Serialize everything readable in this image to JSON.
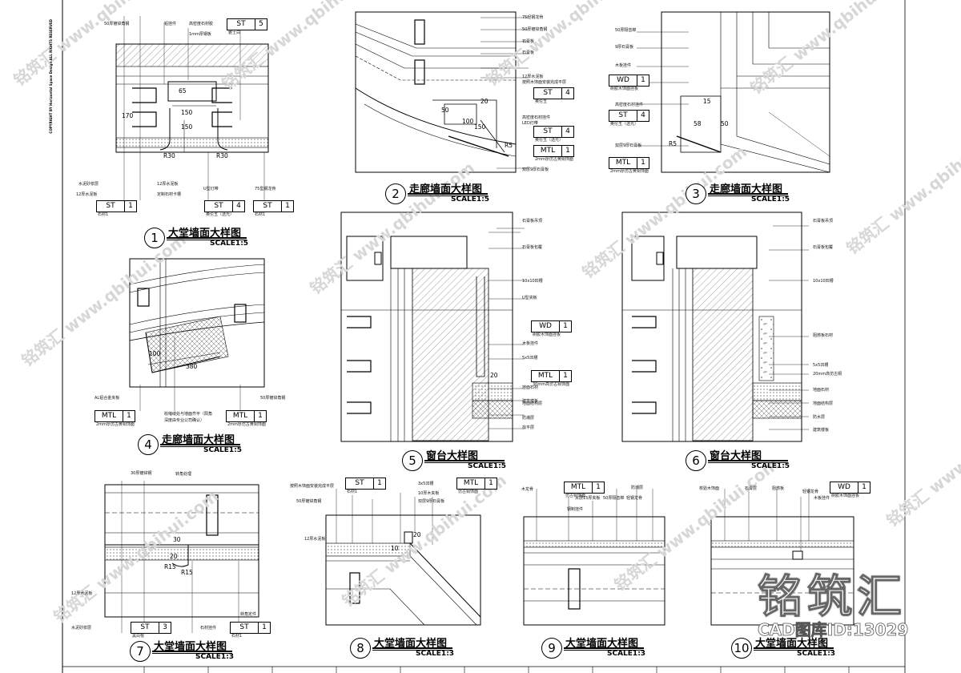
{
  "copyright": "COPYRIGHT BY Horizontal Space Design ALL RIGHTS RESERVED",
  "brand": "铭筑汇",
  "cad_id": "CAD图库ID:13029",
  "watermark_text": "铭筑汇 www.qbihui.com",
  "details": [
    {
      "id": "d1",
      "number": "1",
      "title": "大堂墙面大样图",
      "scale": "SCALE1:5",
      "tags": [
        {
          "code": "ST",
          "num": "5",
          "sub": "雅士白"
        },
        {
          "code": "ST",
          "num": "1",
          "sub": "石材1"
        },
        {
          "code": "ST",
          "num": "4",
          "sub": "奥伦玉（透光）"
        },
        {
          "code": "ST",
          "num": "1",
          "sub": "石材1"
        }
      ],
      "notes": [
        "50厚镀锌角钢",
        "铝挂件",
        "高密度石材胶",
        "1mm厚钢板",
        "12厚水泥板",
        "水泥砂浆层",
        "12厚水泥板",
        "定制石材卡槽",
        "U型灯带",
        "75型钢龙骨"
      ],
      "dims": [
        "65",
        "170",
        "150",
        "150",
        "R30",
        "R30"
      ]
    },
    {
      "id": "d2",
      "number": "2",
      "title": "走廊墙面大样图",
      "scale": "SCALE1:5",
      "tags": [
        {
          "code": "ST",
          "num": "4",
          "sub": "奥伦玉"
        },
        {
          "code": "ST",
          "num": "4",
          "sub": "奥伦玉（透光）"
        },
        {
          "code": "MTL",
          "num": "1",
          "sub": "2mm厚仿古黄铜饰面"
        }
      ],
      "notes": [
        "75轻钢龙骨",
        "50厚镀锌角钢",
        "石膏板",
        "石膏板",
        "12厚水泥板",
        "按照木饰面安装完成平层",
        "高密度石材挂件",
        "LED灯带",
        "双层9厚石膏板"
      ],
      "dims": [
        "20",
        "50",
        "100",
        "150",
        "R5"
      ]
    },
    {
      "id": "d3",
      "number": "3",
      "title": "走廊墙面大样图",
      "scale": "SCALE1:5",
      "tags": [
        {
          "code": "WD",
          "num": "1",
          "sub": "树胶木饰面挂板"
        },
        {
          "code": "ST",
          "num": "4",
          "sub": "奥伦玉（透光）"
        },
        {
          "code": "MTL",
          "num": "1",
          "sub": "2mm厚仿古黄铜饰面"
        }
      ],
      "notes": [
        "50厚隔音棉",
        "9厚石膏板",
        "木板挂件",
        "高密度石材挂件",
        "双层9厚石膏板"
      ],
      "dims": [
        "15",
        "50",
        "58",
        "R5"
      ]
    },
    {
      "id": "d4",
      "number": "4",
      "title": "走廊墙面大样图",
      "scale": "SCALE1:5",
      "tags": [
        {
          "code": "MTL",
          "num": "1",
          "sub": "2mm厚仿古黄铜饰面"
        },
        {
          "code": "MTL",
          "num": "1",
          "sub": "2mm厚仿古黄铜饰面"
        }
      ],
      "notes": [
        "AL铝合金夹板",
        "收缩缝处与墙面齐平（阳角",
        "深度由专业公司确认）",
        "50厚镀锌角钢"
      ],
      "dims": [
        "100",
        "380"
      ]
    },
    {
      "id": "d5",
      "number": "5",
      "title": "窗台大样图",
      "scale": "SCALE1:5",
      "tags": [
        {
          "code": "WD",
          "num": "1",
          "sub": "树胶木饰面挂板"
        },
        {
          "code": "MTL",
          "num": "1",
          "sub": "30mm高仿古铜饰面"
        }
      ],
      "notes": [
        "石膏板吊顶",
        "石膏板包覆",
        "10x10凹槽",
        "U型夹板",
        "木板挂件",
        "5x5凹槽",
        "地面石材",
        "防潮层",
        "找平层",
        "建筑楼板",
        "地面结构层"
      ],
      "dims": [
        "20"
      ]
    },
    {
      "id": "d6",
      "number": "6",
      "title": "窗台大样图",
      "scale": "SCALE1:5",
      "tags": [],
      "notes": [
        "石膏板吊顶",
        "石膏板包覆",
        "10x10凹槽",
        "阻燃板石材",
        "5x5凹槽",
        "20mm高仿古铜",
        "地面石材",
        "地面结构层",
        "防水层",
        "建筑楼板"
      ],
      "dims": []
    },
    {
      "id": "d7",
      "number": "7",
      "title": "大堂墙面大样图",
      "scale": "SCALE1:3",
      "tags": [
        {
          "code": "ST",
          "num": "3",
          "sub": "黑白根"
        },
        {
          "code": "ST",
          "num": "1",
          "sub": "石材1"
        }
      ],
      "notes": [
        "12厚水泥板",
        "30厚镀锌钢",
        "水泥砂浆层",
        "转角处理",
        "石材挂件",
        "转角定件"
      ],
      "dims": [
        "30",
        "20",
        "R15",
        "R15"
      ]
    },
    {
      "id": "d8",
      "number": "8",
      "title": "大堂墙面大样图",
      "scale": "SCALE1:3",
      "tags": [
        {
          "code": "ST",
          "num": "1",
          "sub": "石材1"
        },
        {
          "code": "MTL",
          "num": "1",
          "sub": "仿古铜饰面"
        }
      ],
      "notes": [
        "按照木饰面安装完成平层",
        "12厚水泥板",
        "50厚镀锌角钢",
        "3x5凹槽",
        "10厚木夹板",
        "双层9厚石膏板"
      ],
      "dims": [
        "20",
        "10"
      ]
    },
    {
      "id": "d9",
      "number": "9",
      "title": "大堂墙面大样图",
      "scale": "SCALE1:3",
      "tags": [
        {
          "code": "MTL",
          "num": "1",
          "sub": "仿古铜饰面"
        }
      ],
      "notes": [
        "木龙骨",
        "钢制挂件",
        "从层15厚夹板",
        "50厚隔音棉",
        "防潮层",
        "轻钢龙骨"
      ],
      "dims": []
    },
    {
      "id": "d10",
      "number": "10",
      "title": "大堂墙面大样图",
      "scale": "SCALE1:3",
      "tags": [
        {
          "code": "WD",
          "num": "1",
          "sub": "树胶木饰面挂板"
        }
      ],
      "notes": [
        "校验木饰面",
        "石膏层",
        "阻燃板",
        "木板挂件",
        "轻钢龙骨"
      ],
      "dims": []
    }
  ]
}
